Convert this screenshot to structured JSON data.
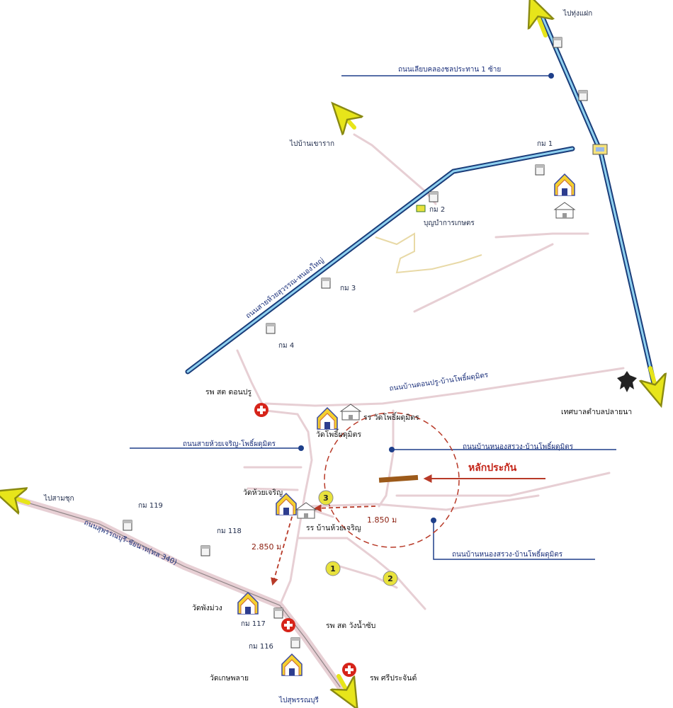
{
  "labels": {
    "to_thung_faek": "ไปทุ่งแฝก",
    "road_canal": "ถนนเลียบคลองชลประทาน 1 ซ้าย",
    "to_ban_khao_rak": "ไปบ้านเขาราก",
    "km1": "กม 1",
    "km2": "กม 2",
    "bunbamrung": "บุญบำการเกษตร",
    "km3": "กม 3",
    "km4": "กม 4",
    "road_huai_nongyai": "ถนนสายห้วยสุวรรณ-หนองใหญ่",
    "road_donprue_pho": "ถนนบ้านดอนปรู-บ้านโพธิ์ผดุมิตร",
    "hosp_donprue": "รพ สต ดอนปรู",
    "tessaban": "เทศบาลตำบลปลายนา",
    "wat_pho": "วัดโพธิ์ผดุมิตร",
    "school_wat_pho": "รร วัดโพธิ์ผดุมิตร",
    "road_huaicharoen_pho": "ถนนสายห้วยเจริญ-โพธิ์ผดุมิตร",
    "road_nongsawong_pho": "ถนนบ้านหนองสรวง-บ้านโพธิ์ผดุมิตร",
    "lak_prakan": "หลักประกัน",
    "to_sam_chuk": "ไปสามชุก",
    "km119": "กม 119",
    "km118": "กม 118",
    "wat_huai_charoen": "วัดห้วยเจริญ",
    "school_huai_charoen": "รร บ้านห้วยเจริญ",
    "dist_1850": "1.850 ม",
    "dist_2850": "2.850 ม",
    "road_suphan_chainat": "ถนนสุพรรณบุรี-ชัยนาท(ทล 340)",
    "road_nongsawong_pho2": "ถนนบ้านหนองสรวง-บ้านโพธิ์ผดุมิตร",
    "wat_phang_muang": "วัดพังม่วง",
    "km117": "กม 117",
    "hosp_wang_nam_sap": "รพ สต วังน้ำซับ",
    "km116": "กม 116",
    "wat_kasem": "วัดเกษพลาย",
    "hosp_si_prachan": "รพ ศรีประจันต์",
    "to_suphanburi": "ไปสุพรรณบุรี",
    "pt1": "1",
    "pt2": "2",
    "pt3": "3"
  },
  "icons": {
    "km_marker": "km-post-icon",
    "hospital": "hospital-cross-icon",
    "temple": "temple-icon",
    "school": "school-icon",
    "garuda": "garuda-emblem-icon",
    "direction_arrow": "direction-arrow-icon"
  },
  "colors": {
    "highway": "#4a9fd8",
    "road_outline": "#1a3d7a",
    "local_road": "#e7cfd4",
    "blue_line": "#1e3f8a",
    "survey_circle": "#b83a28",
    "arrow_yellow": "#e7e51a",
    "hospital_red": "#d6241a",
    "marker_yellow": "#e8e23c",
    "dirt_track": "#e8d9a6"
  }
}
